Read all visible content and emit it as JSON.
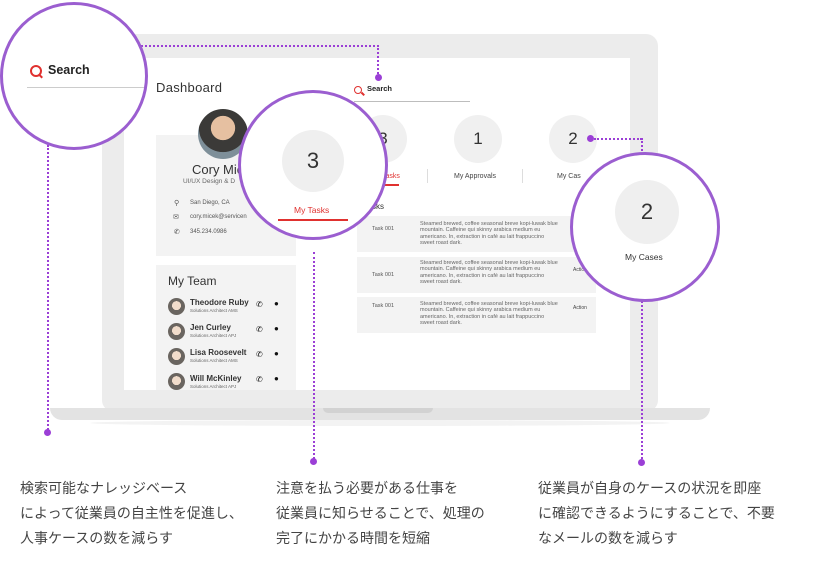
{
  "dashboard": {
    "title": "Dashboard",
    "search_label": "Search",
    "profile": {
      "name": "Cory Mic",
      "role": "UI/UX Design & D",
      "location": "San Diego, CA",
      "email": "cory.micek@servicen",
      "phone": "345.234.0986"
    },
    "team": {
      "title": "My Team",
      "members": [
        {
          "name": "Theodore Ruby",
          "role": "Solutions Architect AMS"
        },
        {
          "name": "Jen Curley",
          "role": "Solutions Architect APJ"
        },
        {
          "name": "Lisa Roosevelt",
          "role": "Solutions Architect AMS"
        },
        {
          "name": "Will McKinley",
          "role": "Solutions Architect APJ"
        }
      ]
    },
    "stats": [
      {
        "count": "3",
        "label": "Tasks"
      },
      {
        "count": "1",
        "label": "My Approvals"
      },
      {
        "count": "2",
        "label": "My Cas"
      }
    ],
    "tasks_heading": "sks",
    "tasks": [
      {
        "id": "Task 001",
        "desc": "Steamed brewed, coffee seasonal breve kopi-luwak blue mountain. Caffeine qui skinny arabica medium eu americano. In, extraction in café au lait frappuccino sweet roast dark.",
        "action": ""
      },
      {
        "id": "Task 001",
        "desc": "Steamed brewed, coffee seasonal breve kopi-luwak blue mountain. Caffeine qui skinny arabica medium eu americano. In, extraction in café au lait frappuccino sweet roast dark.",
        "action": "Actio"
      },
      {
        "id": "Task 001",
        "desc": "Steamed brewed, coffee seasonal breve kopi-luwak blue mountain. Caffeine qui skinny arabica medium eu americano. In, extraction in café au lait frappuccino sweet roast dark.",
        "action": "Action"
      }
    ]
  },
  "callouts": {
    "search": {
      "label": "Search"
    },
    "tasks": {
      "count": "3",
      "label": "My Tasks"
    },
    "cases": {
      "count": "2",
      "label": "My Cases"
    }
  },
  "captions": {
    "search": [
      "検索可能なナレッジベース",
      "によって従業員の自主性を促進し、",
      "人事ケースの数を減らす"
    ],
    "tasks": [
      "注意を払う必要がある仕事を",
      "従業員に知らせることで、処理の",
      "完了にかかる時間を短縮"
    ],
    "cases": [
      "従業員が自身のケースの状況を即座",
      "に確認できるようにすることで、不要",
      "なメールの数を減らす"
    ]
  },
  "colors": {
    "accent": "#9b3fd6",
    "brand_red": "#e0312f"
  }
}
